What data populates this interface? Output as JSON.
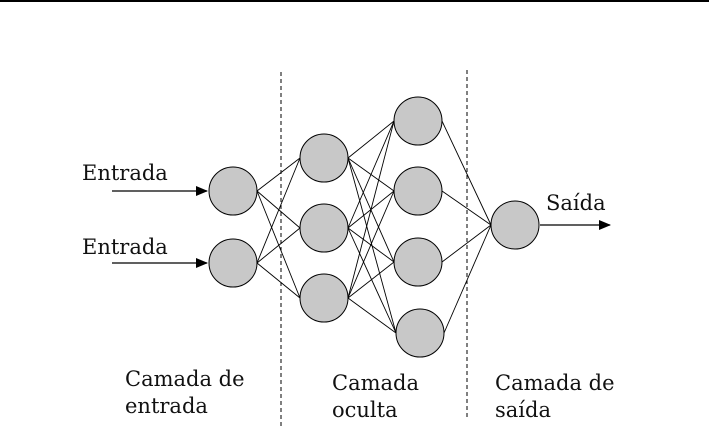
{
  "labels": {
    "input_1": "Entrada",
    "input_2": "Entrada",
    "output": "Saída",
    "layer_input_line1": "Camada de",
    "layer_input_line2": "entrada",
    "layer_hidden_line1": "Camada",
    "layer_hidden_line2": "oculta",
    "layer_output_line1": "Camada de",
    "layer_output_line2": "saída"
  },
  "network": {
    "layers": [
      2,
      3,
      4,
      1
    ],
    "node_fill": "#c8c8c8",
    "stroke": "#000000"
  }
}
